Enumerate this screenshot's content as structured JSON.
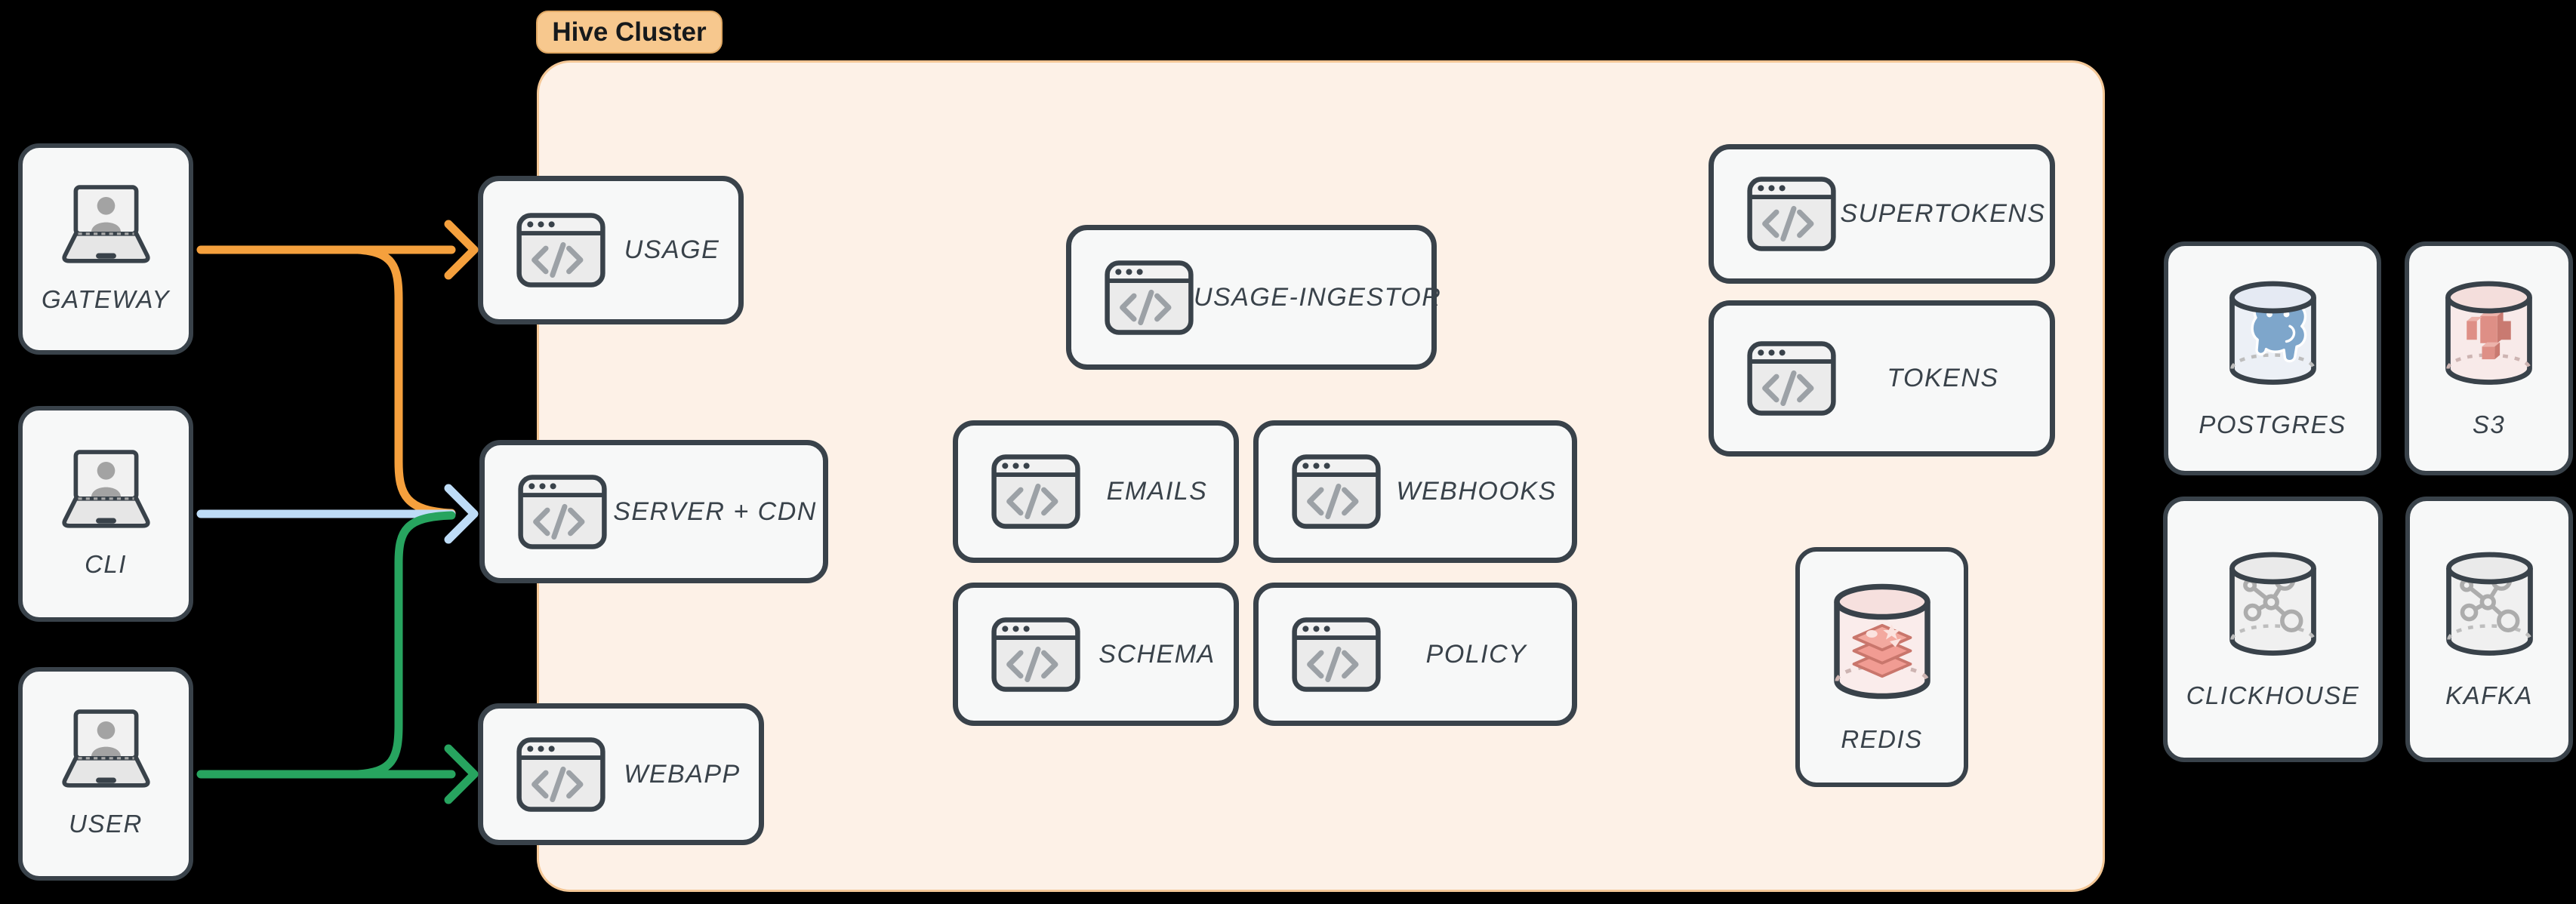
{
  "cluster": {
    "label": "Hive Cluster",
    "services": [
      {
        "id": "usage",
        "label": "USAGE",
        "icon": "code-window-icon"
      },
      {
        "id": "server-cdn",
        "label": "SERVER + CDN",
        "icon": "code-window-icon"
      },
      {
        "id": "webapp",
        "label": "WEBAPP",
        "icon": "code-window-icon"
      },
      {
        "id": "usage-ingestor",
        "label": "USAGE-INGESTOR",
        "icon": "code-window-icon"
      },
      {
        "id": "emails",
        "label": "EMAILS",
        "icon": "code-window-icon"
      },
      {
        "id": "webhooks",
        "label": "WEBHOOKS",
        "icon": "code-window-icon"
      },
      {
        "id": "schema",
        "label": "SCHEMA",
        "icon": "code-window-icon"
      },
      {
        "id": "policy",
        "label": "POLICY",
        "icon": "code-window-icon"
      },
      {
        "id": "supertokens",
        "label": "SUPERTOKENS",
        "icon": "code-window-icon"
      },
      {
        "id": "tokens",
        "label": "TOKENS",
        "icon": "code-window-icon"
      },
      {
        "id": "redis",
        "label": "REDIS",
        "icon": "redis-database-icon"
      }
    ]
  },
  "clients": [
    {
      "id": "gateway",
      "label": "GATEWAY",
      "icon": "laptop-user-icon"
    },
    {
      "id": "cli",
      "label": "CLI",
      "icon": "laptop-user-icon"
    },
    {
      "id": "user",
      "label": "USER",
      "icon": "laptop-user-icon"
    }
  ],
  "datastores": [
    {
      "id": "postgres",
      "label": "POSTGRES",
      "icon": "postgres-database-icon"
    },
    {
      "id": "s3",
      "label": "S3",
      "icon": "s3-database-icon"
    },
    {
      "id": "clickhouse",
      "label": "CLICKHOUSE",
      "icon": "network-database-icon"
    },
    {
      "id": "kafka",
      "label": "KAFKA",
      "icon": "network-database-icon"
    }
  ],
  "connections": [
    {
      "from": "gateway",
      "to": "usage",
      "color": "#F5A03D"
    },
    {
      "from": "gateway",
      "to": "server-cdn",
      "color": "#F5A03D"
    },
    {
      "from": "cli",
      "to": "server-cdn",
      "color": "#BEDCF7"
    },
    {
      "from": "user",
      "to": "server-cdn",
      "color": "#27A45F"
    },
    {
      "from": "user",
      "to": "webapp",
      "color": "#27A45F"
    }
  ],
  "colors": {
    "background": "#000000",
    "cluster_fill": "#FDF1E7",
    "cluster_border": "#F4C796",
    "badge_fill": "#F7C88E",
    "card_fill": "#F7F8F8",
    "card_border": "#39424A",
    "label_text": "#39424A",
    "arrow_orange": "#F5A03D",
    "arrow_blue": "#BEDCF7",
    "arrow_green": "#27A45F"
  }
}
